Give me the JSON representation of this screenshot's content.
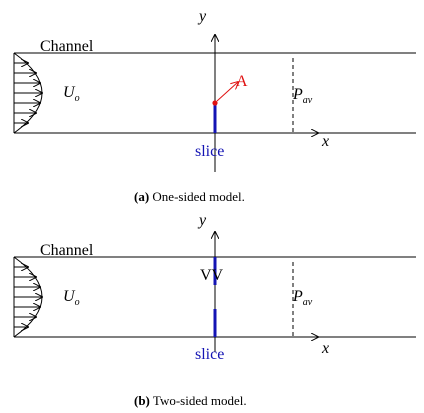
{
  "panel_a": {
    "channel_label": "Channel",
    "velocity_label": "U",
    "velocity_subscript": "o",
    "y_axis_label": "y",
    "x_axis_label": "x",
    "point_label": "A",
    "pressure_label": "P",
    "pressure_subscript": "av",
    "slice_label": "slice",
    "caption_tag": "(a)",
    "caption_text": " One-sided model."
  },
  "panel_b": {
    "channel_label": "Channel",
    "velocity_label": "U",
    "velocity_subscript": "o",
    "y_axis_label": "y",
    "x_axis_label": "x",
    "vv_label": "VV",
    "pressure_label": "P",
    "pressure_subscript": "av",
    "slice_label": "slice",
    "caption_tag": "(b)",
    "caption_text": " Two-sided model."
  },
  "colors": {
    "line": "#000000",
    "slice": "#1414b4",
    "point": "#e01010",
    "caption": "#000000"
  }
}
